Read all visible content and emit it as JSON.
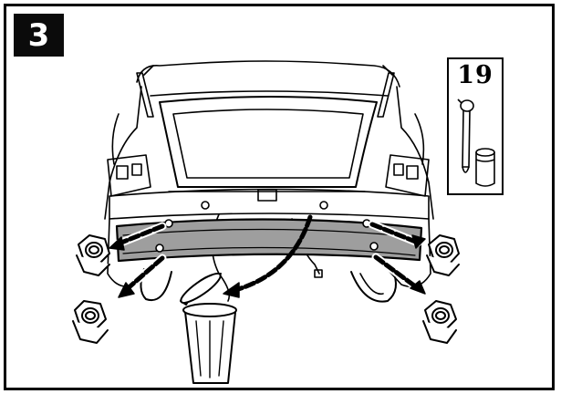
{
  "step": {
    "number": "3"
  },
  "tool_panel": {
    "socket_size": "19",
    "tools": [
      "ratchet-wrench-icon",
      "socket-icon"
    ]
  },
  "illustration": {
    "subject": "car-rear-bumper-beam-removal",
    "nuts_removed": 4,
    "discarded_item": "old-bumper-beam",
    "colors": {
      "line": "#000000",
      "beam": "#9e9e9e",
      "background": "#ffffff"
    }
  }
}
